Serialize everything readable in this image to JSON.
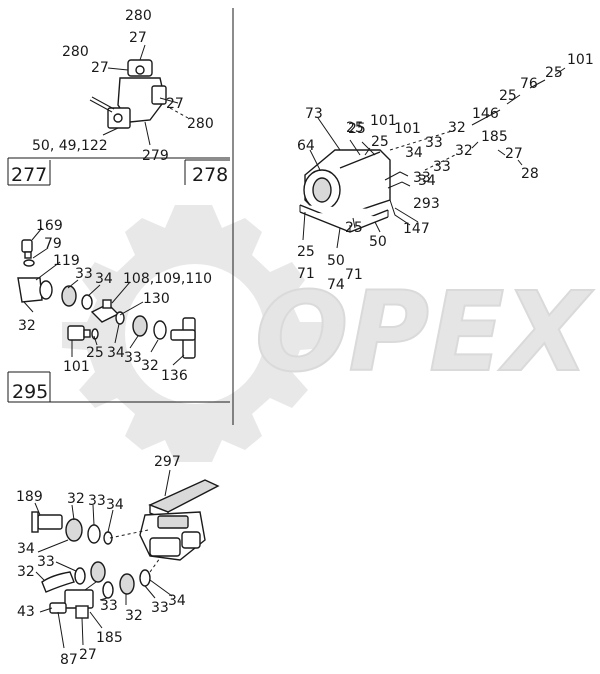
{
  "panels": {
    "p277": "277",
    "p278": "278",
    "p295": "295"
  },
  "watermark": "OPEX",
  "callouts": {
    "top_left": [
      "280",
      "27",
      "280",
      "27",
      "27",
      "280",
      "50, 49,122",
      "279"
    ],
    "top_right": [
      "101",
      "25",
      "76",
      "25",
      "146",
      "25",
      "32",
      "185",
      "33",
      "32",
      "33",
      "27",
      "28",
      "73",
      "101",
      "25",
      "101",
      "25",
      "33",
      "34",
      "64",
      "34",
      "293",
      "147",
      "50",
      "25",
      "25",
      "50",
      "71",
      "74",
      "71"
    ],
    "middle_left": [
      "169",
      "79",
      "119",
      "33",
      "34",
      "108,109,110",
      "130",
      "32",
      "25",
      "34",
      "33",
      "32",
      "101",
      "136"
    ],
    "bottom_left": [
      "297",
      "189",
      "32",
      "33",
      "34",
      "34",
      "33",
      "32",
      "43",
      "33",
      "32",
      "33",
      "34",
      "87",
      "27",
      "185"
    ]
  }
}
